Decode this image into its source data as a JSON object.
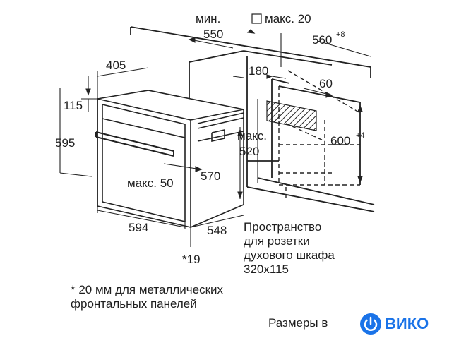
{
  "dimensions": {
    "min_label": "мин.",
    "depth_550": "550",
    "max20": "макс. 20",
    "w560": "560",
    "w560_sup": "+8",
    "w405": "405",
    "d180": "180",
    "d60": "60",
    "h115": "115",
    "h595": "595",
    "max_label": "макс.",
    "d520": "520",
    "h600": "600",
    "h600_sup": "+4",
    "max50": "макс. 50",
    "h570": "570",
    "w594": "594",
    "d548": "548",
    "f19": "*19"
  },
  "socket_note": [
    "Пространство",
    "для розетки",
    "духового шкафа",
    "320x115"
  ],
  "footnote": [
    "* 20 мм для металлических",
    "фронтальных панелей"
  ],
  "sizes_label": "Размеры в",
  "brand": {
    "name": "ВИКО",
    "color": "#1a73e8"
  },
  "icons": [
    "power-icon"
  ]
}
